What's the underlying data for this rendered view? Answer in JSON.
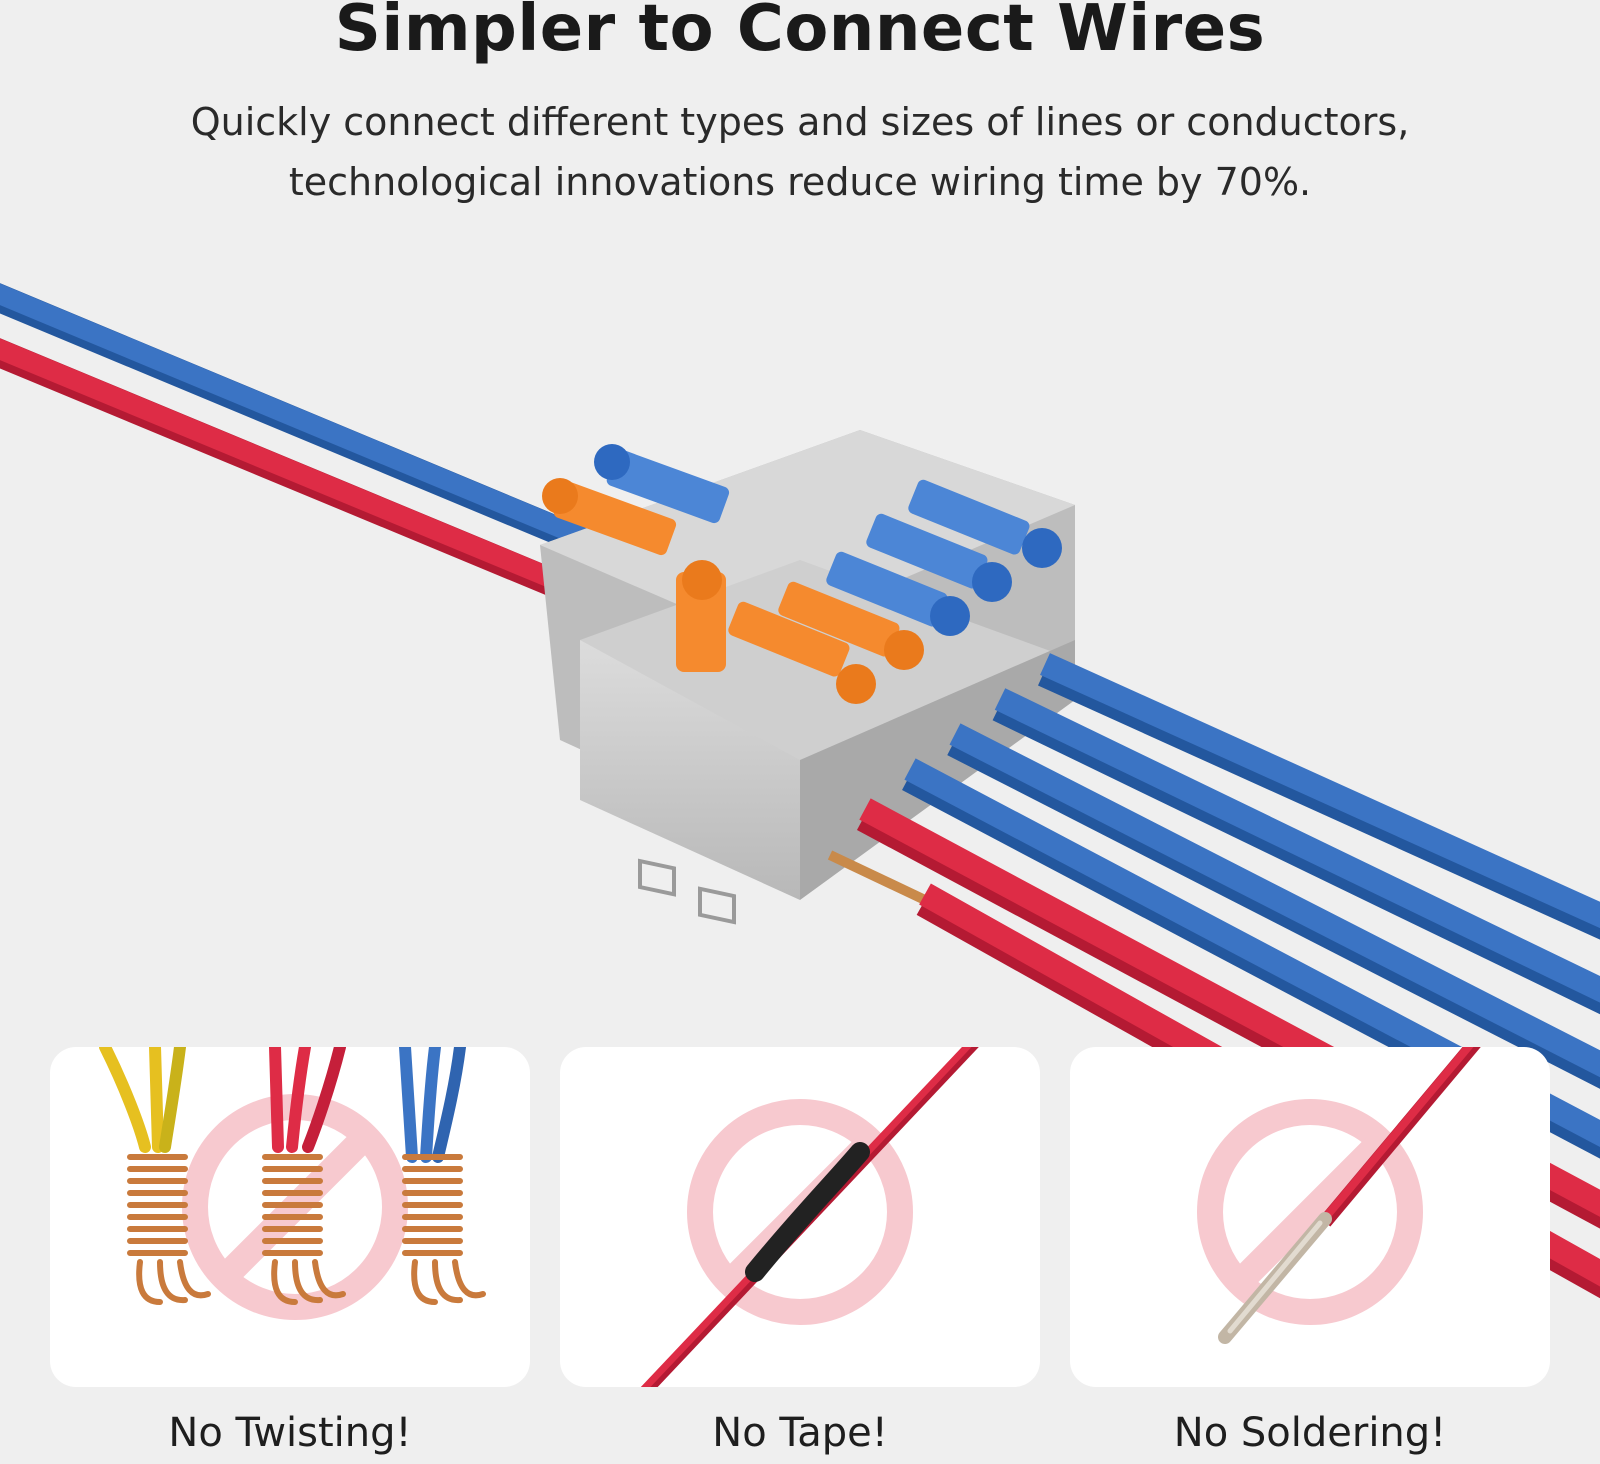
{
  "header": {
    "title": "Simpler to Connect Wires",
    "subtitle_line1": "Quickly connect different types and sizes of lines or conductors,",
    "subtitle_line2": "technological innovations reduce wiring time by 70%."
  },
  "features": [
    {
      "label": "No Twisting!",
      "icon": "twisted-wires-prohibited-icon"
    },
    {
      "label": "No Tape!",
      "icon": "taped-wire-prohibited-icon"
    },
    {
      "label": "No Soldering!",
      "icon": "soldered-wire-prohibited-icon"
    }
  ],
  "colors": {
    "background": "#efefef",
    "wire_blue": "#3b74c4",
    "wire_red": "#de2c46",
    "lever_orange": "#f58a2e",
    "housing_gray": "#c8c8c8",
    "prohibit_pink": "#f7c9cf"
  }
}
